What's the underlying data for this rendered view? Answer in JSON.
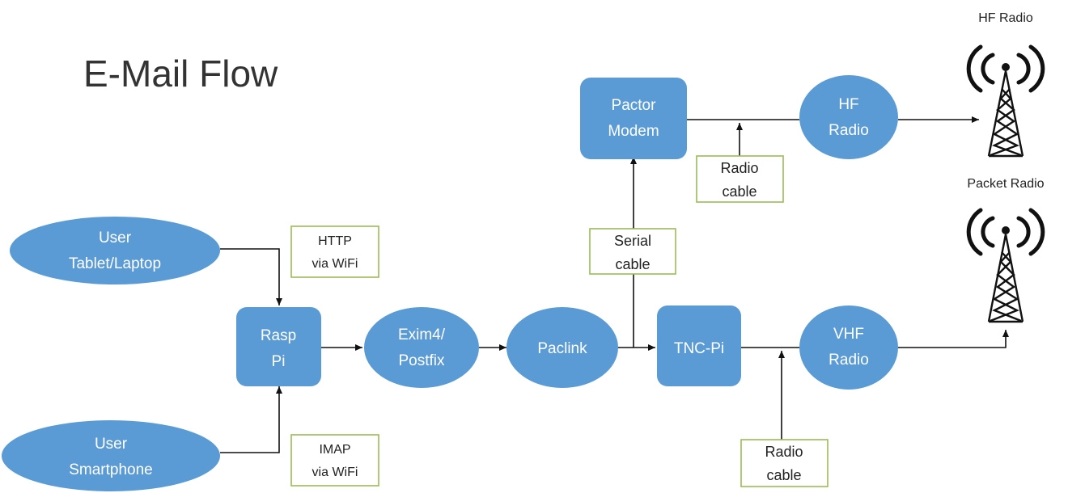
{
  "title": "E-Mail Flow",
  "nodes": {
    "user_tablet": [
      "User",
      "Tablet/Laptop"
    ],
    "user_phone": [
      "User",
      "Smartphone"
    ],
    "rasp_pi": [
      "Rasp",
      "Pi"
    ],
    "exim": [
      "Exim4/",
      "Postfix"
    ],
    "paclink": [
      "Paclink"
    ],
    "tnc_pi": [
      "TNC-Pi"
    ],
    "vhf_radio": [
      "VHF",
      "Radio"
    ],
    "pactor": [
      "Pactor",
      "Modem"
    ],
    "hf_radio": [
      "HF",
      "Radio"
    ]
  },
  "connection_labels": {
    "http": [
      "HTTP",
      "via WiFi"
    ],
    "imap": [
      "IMAP",
      "via WiFi"
    ],
    "serial": [
      "Serial",
      "cable"
    ],
    "radio_hf": [
      "Radio",
      "cable"
    ],
    "radio_vhf": [
      "Radio",
      "cable"
    ]
  },
  "antennas": {
    "hf_label": "HF Radio",
    "packet_label": "Packet Radio"
  },
  "colors": {
    "node_fill": "#5b9bd5",
    "label_border": "#9bbb59"
  }
}
